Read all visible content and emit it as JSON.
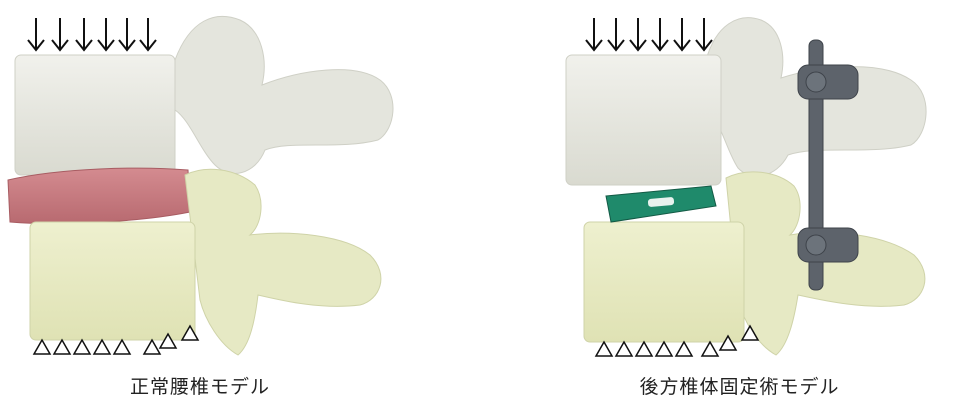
{
  "models": [
    {
      "caption": "正常腰椎モデル",
      "parts": [
        "upper-vertebra",
        "intervertebral-disc",
        "lower-vertebra"
      ],
      "load": {
        "arrows": 6,
        "icon": "down-arrow-icon"
      },
      "constraints": {
        "triangles": 8,
        "icon": "triangle-support-icon"
      }
    },
    {
      "caption": "後方椎体固定術モデル",
      "parts": [
        "upper-vertebra",
        "interbody-cage",
        "lower-vertebra",
        "pedicle-screw-rod"
      ],
      "load": {
        "arrows": 6,
        "icon": "down-arrow-icon"
      },
      "constraints": {
        "triangles": 8,
        "icon": "triangle-support-icon"
      }
    }
  ],
  "colors": {
    "bone_upper": "#e6e7de",
    "bone_lower": "#e6e9c4",
    "disc": "#c97a7f",
    "cage": "#1f8a6b",
    "rod": "#5d636b"
  }
}
